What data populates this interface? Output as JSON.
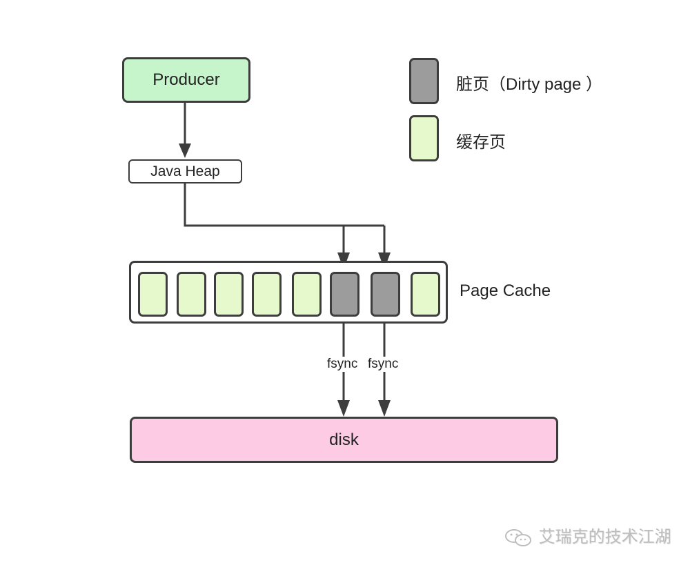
{
  "diagram": {
    "producer_label": "Producer",
    "java_heap_label": "Java Heap",
    "page_cache_label": "Page Cache",
    "disk_label": "disk",
    "pages": [
      {
        "type": "clean"
      },
      {
        "type": "clean"
      },
      {
        "type": "clean"
      },
      {
        "type": "clean"
      },
      {
        "type": "clean"
      },
      {
        "type": "dirty"
      },
      {
        "type": "dirty"
      },
      {
        "type": "clean"
      }
    ],
    "fsync_labels": [
      "fsync",
      "fsync"
    ]
  },
  "legend": {
    "items": [
      {
        "label": "脏页（Dirty page ）",
        "type": "dirty"
      },
      {
        "label": "缓存页",
        "type": "clean"
      }
    ]
  },
  "colors": {
    "producer_fill": "#c6f5cc",
    "clean_page_fill": "#e6f9cd",
    "dirty_page_fill": "#9c9c9c",
    "disk_fill": "#fdcce4",
    "stroke": "#3d3d3d"
  },
  "watermark": {
    "icon": "wechat-icon",
    "text": "艾瑞克的技术江湖"
  }
}
